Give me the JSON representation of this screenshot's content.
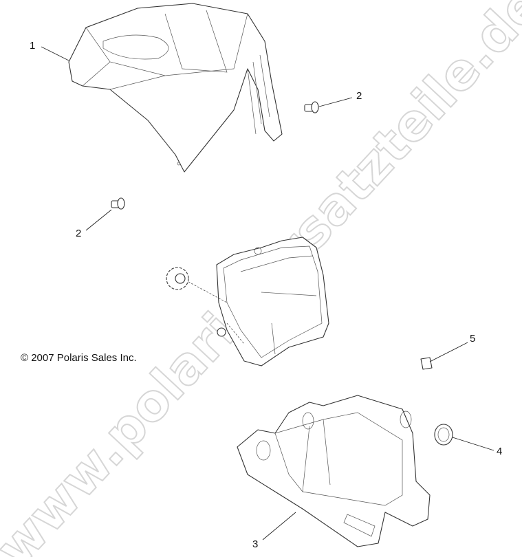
{
  "callouts": [
    {
      "label": "1",
      "part": "headlight-hood"
    },
    {
      "label": "2",
      "part": "screw-upper"
    },
    {
      "label": "2",
      "part": "screw-left"
    },
    {
      "label": "5",
      "part": "clip-nut"
    },
    {
      "label": "4",
      "part": "grommet-ring"
    },
    {
      "label": "3",
      "part": "lower-housing"
    }
  ],
  "copyright": "© 2007 Polaris Sales Inc.",
  "watermark": "www.polaris-ersatzteile.de"
}
